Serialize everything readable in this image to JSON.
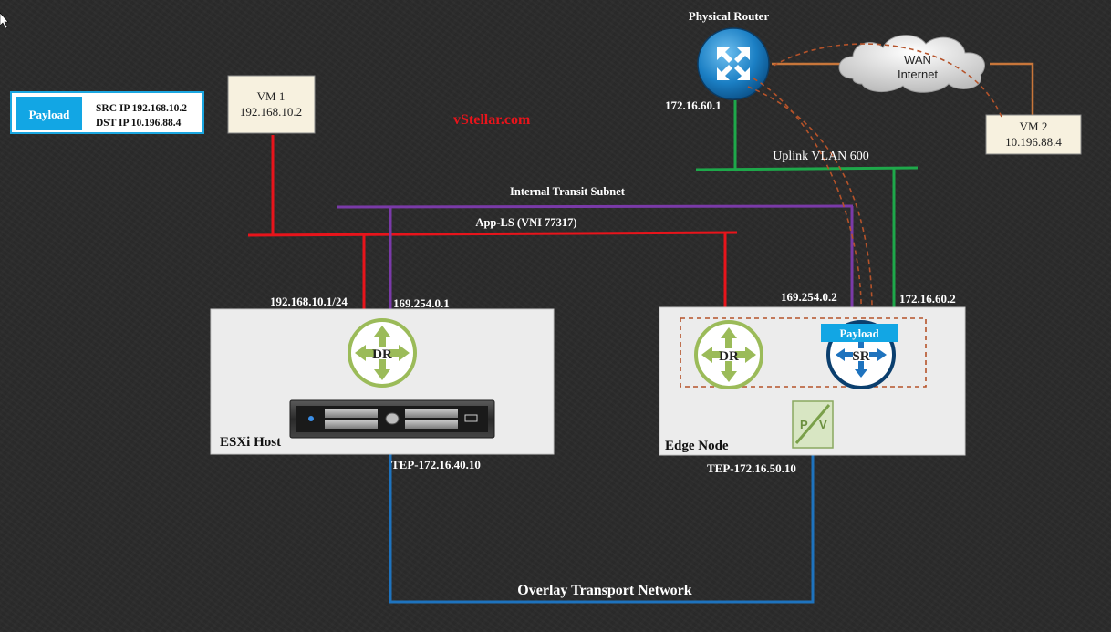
{
  "watermark": "vStellar.com",
  "payload_legend": {
    "tag": "Payload",
    "src": "SRC IP 192.168.10.2",
    "dst": "DST IP 10.196.88.4"
  },
  "vm1": {
    "name": "VM 1",
    "ip": "192.168.10.2"
  },
  "vm2": {
    "name": "VM 2",
    "ip": "10.196.88.4"
  },
  "router": {
    "title": "Physical Router",
    "ip": "172.16.60.1"
  },
  "cloud": {
    "line1": "WAN",
    "line2": "Internet"
  },
  "uplink_label": "Uplink VLAN 600",
  "transit_label": "Internal Transit Subnet",
  "appls_label": "App-LS (VNI 77317)",
  "esxi": {
    "name": "ESXi Host",
    "dr_label": "DR",
    "dr_ip": "192.168.10.1/24",
    "transit_ip": "169.254.0.1",
    "tep": "TEP-172.16.40.10"
  },
  "edge": {
    "name": "Edge Node",
    "dr_label": "DR",
    "sr_label": "SR",
    "sr_payload": "Payload",
    "transit_ip": "169.254.0.2",
    "uplink_ip": "172.16.60.2",
    "tep": "TEP-172.16.50.10",
    "pv_left": "P",
    "pv_right": "V"
  },
  "overlay_label": "Overlay Transport Network",
  "colors": {
    "red": "#e8141b",
    "purple": "#7a3aa8",
    "green": "#1ea84a",
    "blue": "#1e73be",
    "orange": "#c8763a",
    "dashed": "#b5532a"
  }
}
